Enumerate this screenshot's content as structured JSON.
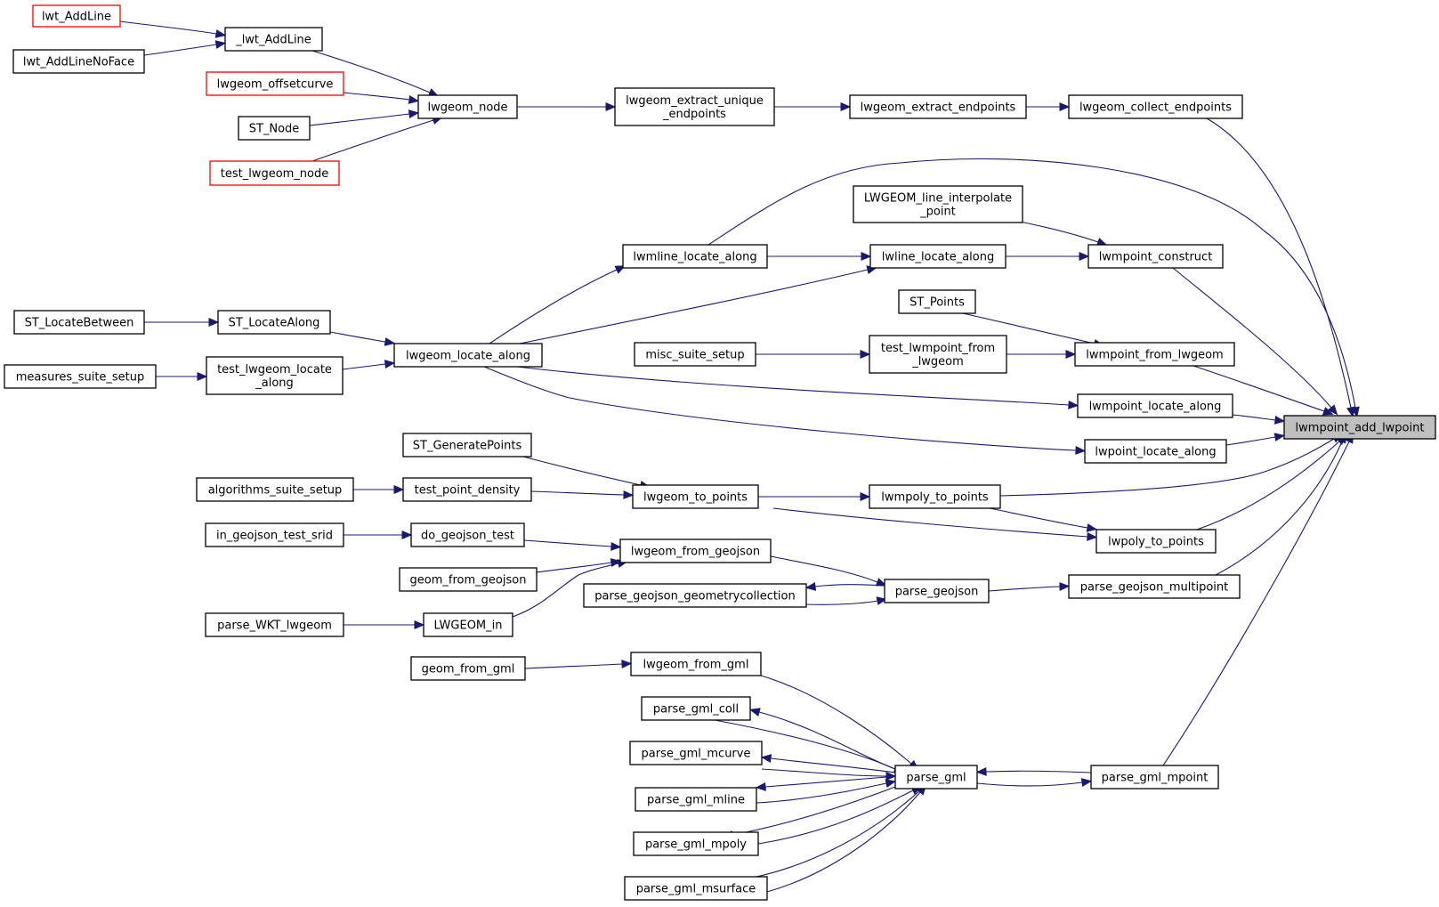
{
  "colors": {
    "edge": "#191970",
    "node_border": "#000000",
    "node_border_truncated": "#ff0000",
    "node_fill": "#ffffff",
    "root_fill": "#bfbfbf"
  },
  "root": "lwmpoint_add_lwpoint",
  "nodes": {
    "lwt_AddLine": [
      "lwt_AddLine"
    ],
    "_lwt_AddLine": [
      "_lwt_AddLine"
    ],
    "lwt_AddLineNoFace": [
      "lwt_AddLineNoFace"
    ],
    "lwgeom_offsetcurve": [
      "lwgeom_offsetcurve"
    ],
    "ST_Node": [
      "ST_Node"
    ],
    "test_lwgeom_node": [
      "test_lwgeom_node"
    ],
    "lwgeom_node": [
      "lwgeom_node"
    ],
    "lwgeom_extract_unique_endpoints": [
      "lwgeom_extract_unique",
      "_endpoints"
    ],
    "lwgeom_extract_endpoints": [
      "lwgeom_extract_endpoints"
    ],
    "lwgeom_collect_endpoints": [
      "lwgeom_collect_endpoints"
    ],
    "LWGEOM_line_interpolate_point": [
      "LWGEOM_line_interpolate",
      "_point"
    ],
    "lwmline_locate_along": [
      "lwmline_locate_along"
    ],
    "lwline_locate_along": [
      "lwline_locate_along"
    ],
    "lwmpoint_construct": [
      "lwmpoint_construct"
    ],
    "ST_Points": [
      "ST_Points"
    ],
    "ST_LocateBetween": [
      "ST_LocateBetween"
    ],
    "ST_LocateAlong": [
      "ST_LocateAlong"
    ],
    "measures_suite_setup": [
      "measures_suite_setup"
    ],
    "test_lwgeom_locate_along": [
      "test_lwgeom_locate",
      "_along"
    ],
    "lwgeom_locate_along": [
      "lwgeom_locate_along"
    ],
    "misc_suite_setup": [
      "misc_suite_setup"
    ],
    "test_lwmpoint_from_lwgeom": [
      "test_lwmpoint_from",
      "_lwgeom"
    ],
    "lwmpoint_from_lwgeom": [
      "lwmpoint_from_lwgeom"
    ],
    "lwmpoint_locate_along": [
      "lwmpoint_locate_along"
    ],
    "lwmpoint_add_lwpoint": [
      "lwmpoint_add_lwpoint"
    ],
    "lwpoint_locate_along": [
      "lwpoint_locate_along"
    ],
    "ST_GeneratePoints": [
      "ST_GeneratePoints"
    ],
    "algorithms_suite_setup": [
      "algorithms_suite_setup"
    ],
    "test_point_density": [
      "test_point_density"
    ],
    "lwgeom_to_points": [
      "lwgeom_to_points"
    ],
    "lwmpoly_to_points": [
      "lwmpoly_to_points"
    ],
    "in_geojson_test_srid": [
      "in_geojson_test_srid"
    ],
    "do_geojson_test": [
      "do_geojson_test"
    ],
    "lwgeom_from_geojson": [
      "lwgeom_from_geojson"
    ],
    "lwpoly_to_points": [
      "lwpoly_to_points"
    ],
    "geom_from_geojson": [
      "geom_from_geojson"
    ],
    "parse_geojson_geometrycollection": [
      "parse_geojson_geometrycollection"
    ],
    "parse_geojson": [
      "parse_geojson"
    ],
    "parse_geojson_multipoint": [
      "parse_geojson_multipoint"
    ],
    "parse_WKT_lwgeom": [
      "parse_WKT_lwgeom"
    ],
    "LWGEOM_in": [
      "LWGEOM_in"
    ],
    "geom_from_gml": [
      "geom_from_gml"
    ],
    "lwgeom_from_gml": [
      "lwgeom_from_gml"
    ],
    "parse_gml_coll": [
      "parse_gml_coll"
    ],
    "parse_gml_mcurve": [
      "parse_gml_mcurve"
    ],
    "parse_gml": [
      "parse_gml"
    ],
    "parse_gml_mpoint": [
      "parse_gml_mpoint"
    ],
    "parse_gml_mline": [
      "parse_gml_mline"
    ],
    "parse_gml_mpoly": [
      "parse_gml_mpoly"
    ],
    "parse_gml_msurface": [
      "parse_gml_msurface"
    ]
  },
  "truncated_nodes": [
    "lwt_AddLine",
    "lwgeom_offsetcurve",
    "test_lwgeom_node"
  ],
  "edges": [
    [
      "lwt_AddLine",
      "_lwt_AddLine"
    ],
    [
      "lwt_AddLineNoFace",
      "_lwt_AddLine"
    ],
    [
      "_lwt_AddLine",
      "lwgeom_node"
    ],
    [
      "lwgeom_offsetcurve",
      "lwgeom_node"
    ],
    [
      "ST_Node",
      "lwgeom_node"
    ],
    [
      "test_lwgeom_node",
      "lwgeom_node"
    ],
    [
      "lwgeom_node",
      "lwgeom_extract_unique_endpoints"
    ],
    [
      "lwgeom_extract_unique_endpoints",
      "lwgeom_extract_endpoints"
    ],
    [
      "lwgeom_extract_endpoints",
      "lwgeom_collect_endpoints"
    ],
    [
      "lwgeom_collect_endpoints",
      "lwmpoint_add_lwpoint"
    ],
    [
      "lwmline_locate_along",
      "lwmpoint_add_lwpoint"
    ],
    [
      "LWGEOM_line_interpolate_point",
      "lwmpoint_construct"
    ],
    [
      "lwline_locate_along",
      "lwmpoint_construct"
    ],
    [
      "lwmpoint_construct",
      "lwmpoint_add_lwpoint"
    ],
    [
      "lwmline_locate_along",
      "lwline_locate_along"
    ],
    [
      "lwgeom_locate_along",
      "lwmline_locate_along"
    ],
    [
      "lwgeom_locate_along",
      "lwline_locate_along"
    ],
    [
      "ST_LocateBetween",
      "ST_LocateAlong"
    ],
    [
      "ST_LocateAlong",
      "lwgeom_locate_along"
    ],
    [
      "measures_suite_setup",
      "test_lwgeom_locate_along"
    ],
    [
      "test_lwgeom_locate_along",
      "lwgeom_locate_along"
    ],
    [
      "ST_Points",
      "lwmpoint_from_lwgeom"
    ],
    [
      "misc_suite_setup",
      "test_lwmpoint_from_lwgeom"
    ],
    [
      "test_lwmpoint_from_lwgeom",
      "lwmpoint_from_lwgeom"
    ],
    [
      "lwmpoint_from_lwgeom",
      "lwmpoint_add_lwpoint"
    ],
    [
      "lwgeom_locate_along",
      "lwmpoint_locate_along"
    ],
    [
      "lwmpoint_locate_along",
      "lwmpoint_add_lwpoint"
    ],
    [
      "lwgeom_locate_along",
      "lwpoint_locate_along"
    ],
    [
      "lwpoint_locate_along",
      "lwmpoint_add_lwpoint"
    ],
    [
      "ST_GeneratePoints",
      "lwgeom_to_points"
    ],
    [
      "algorithms_suite_setup",
      "test_point_density"
    ],
    [
      "test_point_density",
      "lwgeom_to_points"
    ],
    [
      "lwgeom_to_points",
      "lwmpoly_to_points"
    ],
    [
      "lwgeom_to_points",
      "lwpoly_to_points"
    ],
    [
      "lwmpoly_to_points",
      "lwmpoint_add_lwpoint"
    ],
    [
      "lwmpoly_to_points",
      "lwpoly_to_points"
    ],
    [
      "lwpoly_to_points",
      "lwmpoint_add_lwpoint"
    ],
    [
      "in_geojson_test_srid",
      "do_geojson_test"
    ],
    [
      "do_geojson_test",
      "lwgeom_from_geojson"
    ],
    [
      "geom_from_geojson",
      "lwgeom_from_geojson"
    ],
    [
      "LWGEOM_in",
      "lwgeom_from_geojson"
    ],
    [
      "parse_WKT_lwgeom",
      "LWGEOM_in"
    ],
    [
      "lwgeom_from_geojson",
      "parse_geojson"
    ],
    [
      "parse_geojson",
      "parse_geojson_geometrycollection"
    ],
    [
      "parse_geojson_geometrycollection",
      "parse_geojson"
    ],
    [
      "parse_geojson",
      "parse_geojson_multipoint"
    ],
    [
      "parse_geojson_multipoint",
      "lwmpoint_add_lwpoint"
    ],
    [
      "geom_from_gml",
      "lwgeom_from_gml"
    ],
    [
      "lwgeom_from_gml",
      "parse_gml"
    ],
    [
      "parse_gml",
      "parse_gml_coll"
    ],
    [
      "parse_gml_coll",
      "parse_gml"
    ],
    [
      "parse_gml",
      "parse_gml_mcurve"
    ],
    [
      "parse_gml_mcurve",
      "parse_gml"
    ],
    [
      "parse_gml",
      "parse_gml_mline"
    ],
    [
      "parse_gml_mline",
      "parse_gml"
    ],
    [
      "parse_gml",
      "parse_gml_mpoly"
    ],
    [
      "parse_gml_mpoly",
      "parse_gml"
    ],
    [
      "parse_gml",
      "parse_gml_msurface"
    ],
    [
      "parse_gml_msurface",
      "parse_gml"
    ],
    [
      "parse_gml",
      "parse_gml_mpoint"
    ],
    [
      "parse_gml_mpoint",
      "parse_gml"
    ],
    [
      "parse_gml_mpoint",
      "lwmpoint_add_lwpoint"
    ]
  ]
}
